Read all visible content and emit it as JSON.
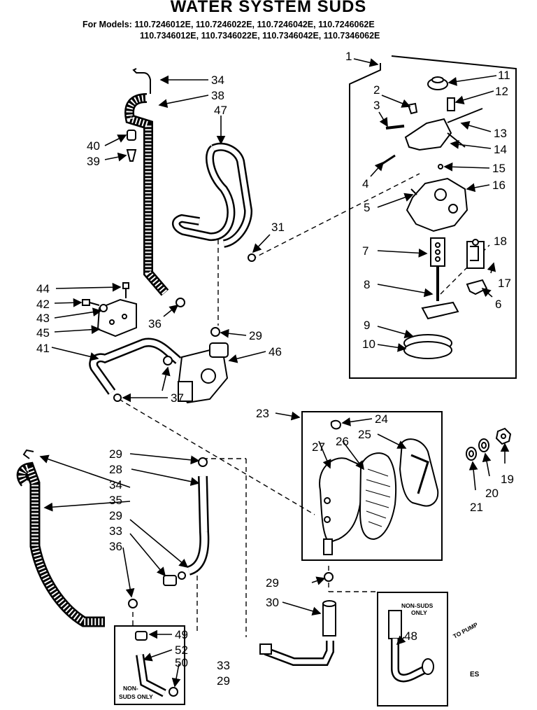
{
  "header": {
    "title": "WATER SYSTEM SUDS",
    "models_label": "For Models:",
    "models_line1": "110.7246012E, 110.7246022E, 110.7246042E, 110.7246062E",
    "models_line2": "110.7346012E, 110.7346022E, 110.7346042E, 110.7346062E"
  },
  "part_labels": [
    "1",
    "2",
    "3",
    "4",
    "5",
    "6",
    "7",
    "8",
    "9",
    "10",
    "11",
    "12",
    "13",
    "14",
    "15",
    "16",
    "17",
    "18",
    "19",
    "20",
    "21",
    "23",
    "24",
    "25",
    "26",
    "27",
    "28",
    "29",
    "30",
    "31",
    "33",
    "34",
    "35",
    "36",
    "37",
    "38",
    "39",
    "40",
    "41",
    "42",
    "43",
    "44",
    "45",
    "46",
    "47",
    "48",
    "49",
    "50",
    "52"
  ],
  "notes": {
    "non_suds_only_left_1": "NON-",
    "non_suds_only_left_2": "SUDS ONLY",
    "non_suds_only_right_1": "NON-SUDS",
    "non_suds_only_right_2": "ONLY",
    "to_pump": "TO PUMP",
    "page_code": "ES"
  },
  "labels_positioned": {
    "l1": "1",
    "l2": "2",
    "l3": "3",
    "l4": "4",
    "l5": "5",
    "l6": "6",
    "l7": "7",
    "l8": "8",
    "l9": "9",
    "l10": "10",
    "l11": "11",
    "l12": "12",
    "l13": "13",
    "l14": "14",
    "l15": "15",
    "l16": "16",
    "l17": "17",
    "l18": "18",
    "l19": "19",
    "l20": "20",
    "l21": "21",
    "l23": "23",
    "l24": "24",
    "l25": "25",
    "l26": "26",
    "l27": "27",
    "l28": "28",
    "l29a": "29",
    "l29b": "29",
    "l29c": "29",
    "l29d": "29",
    "l29e": "29",
    "l30": "30",
    "l31": "31",
    "l33a": "33",
    "l33b": "33",
    "l34a": "34",
    "l34b": "34",
    "l35": "35",
    "l36a": "36",
    "l36b": "36",
    "l37": "37",
    "l38": "38",
    "l39": "39",
    "l40": "40",
    "l41": "41",
    "l42": "42",
    "l43": "43",
    "l44": "44",
    "l45": "45",
    "l46": "46",
    "l47": "47",
    "l48": "48",
    "l49": "49",
    "l50": "50",
    "l52": "52"
  }
}
